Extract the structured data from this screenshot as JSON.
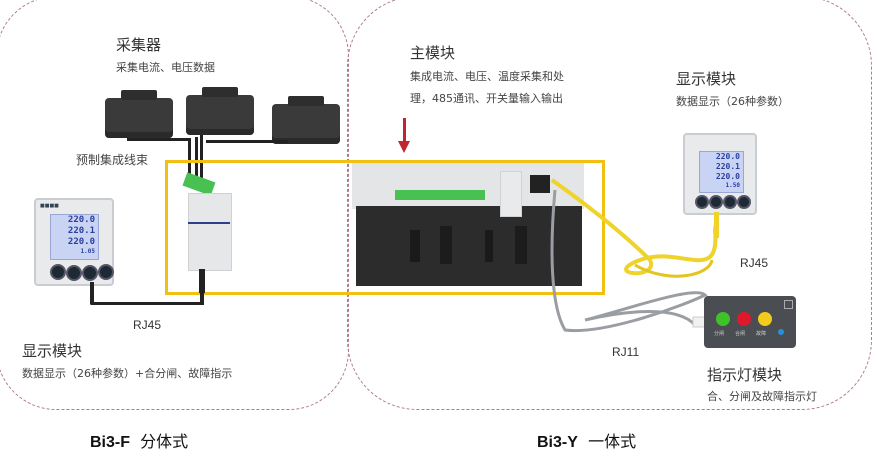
{
  "left_panel": {
    "collector": {
      "title": "采集器",
      "subtitle": "采集电流、电压数据"
    },
    "harness_label": "预制集成线束",
    "rj45_label": "RJ45",
    "display": {
      "title": "显示模块",
      "subtitle": "数据显示（26种参数）+合分闸、故障指示"
    },
    "meter_readings": [
      "220.0",
      "220.1",
      "220.0",
      "1.05"
    ],
    "caption_model": "Bi3-F",
    "caption_type": "分体式"
  },
  "right_panel": {
    "main_module": {
      "title": "主模块",
      "subtitle_line1": "集成电流、电压、温度采集和处",
      "subtitle_line2": "理，485通讯、开关量输入输出"
    },
    "display": {
      "title": "显示模块",
      "subtitle": "数据显示（26种参数）"
    },
    "meter_readings": [
      "220.0",
      "220.1",
      "220.0",
      "1.50"
    ],
    "rj45_label": "RJ45",
    "rj11_label": "RJ11",
    "indicator": {
      "title": "指示灯模块",
      "subtitle": "合、分闸及故障指示灯",
      "leds": [
        {
          "color": "#3fc12a",
          "label": "分闸"
        },
        {
          "color": "#e0192a",
          "label": "合闸"
        },
        {
          "color": "#f1cc1c",
          "label": "故障"
        }
      ]
    },
    "caption_model": "Bi3-Y",
    "caption_type": "一体式"
  },
  "colors": {
    "dashed_border": "#b07a86",
    "highlight_box": "#f2c012",
    "arrow": "#c0262d",
    "cable_yellow": "#efd22a",
    "cable_gray": "#9a9ea3"
  }
}
